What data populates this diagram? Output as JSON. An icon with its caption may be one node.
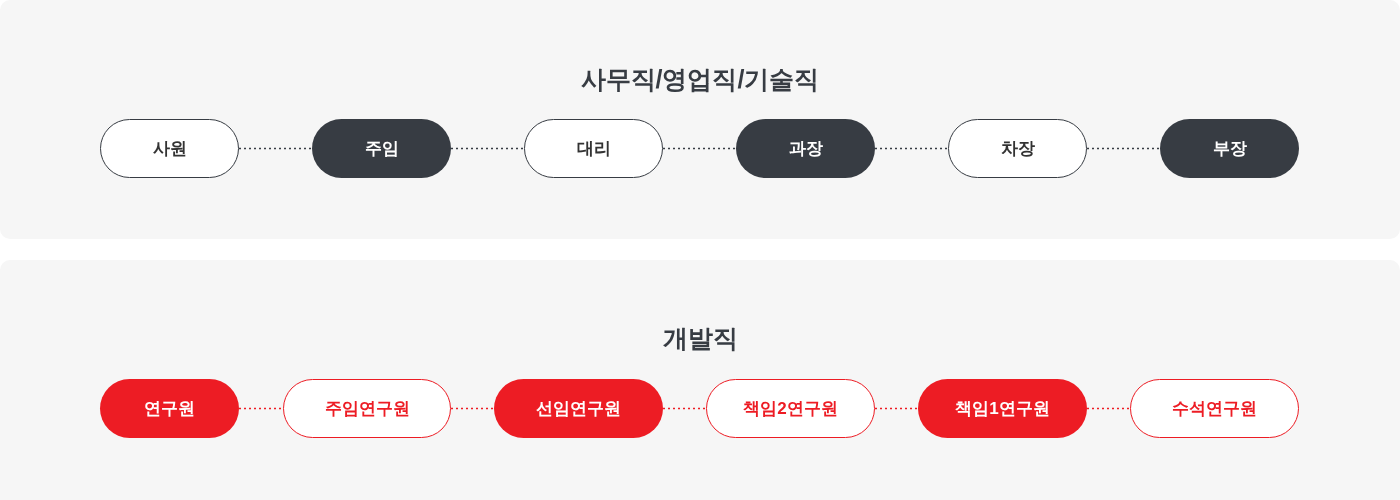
{
  "diagram": {
    "nodes": [
      {
        "text": [
          "사무직/영업직/기술직"
        ]
      },
      {
        "text": [
          "사원"
        ],
        "in": 0
      },
      {
        "text": [
          "주임"
        ],
        "in": 0
      },
      {
        "text": [
          "대리"
        ],
        "in": 0
      },
      {
        "text": [
          "과장"
        ],
        "in": 0
      },
      {
        "text": [
          "차장"
        ],
        "in": 0
      },
      {
        "text": [
          "부장"
        ],
        "in": 0
      },
      {
        "text": [
          "개발직"
        ]
      },
      {
        "text": [
          "연구원"
        ],
        "in": 7
      },
      {
        "text": [
          "주임연구원"
        ],
        "in": 7
      },
      {
        "text": [
          "선임연구원"
        ],
        "in": 7
      },
      {
        "text": [
          "책임2연구원"
        ],
        "in": 7
      },
      {
        "text": [
          "책임1연구원"
        ],
        "in": 7
      },
      {
        "text": [
          "수석연구원"
        ],
        "in": 7
      }
    ],
    "edges": [
      {
        "from": 1,
        "to": 2,
        "arrow": "none",
        "color": "#373c43"
      },
      {
        "from": 2,
        "to": 3,
        "arrow": "none",
        "color": "#373c43"
      },
      {
        "from": 3,
        "to": 4,
        "arrow": "none",
        "color": "#373c43"
      },
      {
        "from": 4,
        "to": 5,
        "arrow": "none",
        "color": "#373c43"
      },
      {
        "from": 5,
        "to": 6,
        "arrow": "none",
        "color": "#373c43"
      },
      {
        "from": 8,
        "to": 9,
        "arrow": "none",
        "color": "#ed1c24"
      },
      {
        "from": 9,
        "to": 10,
        "arrow": "none",
        "color": "#ed1c24"
      },
      {
        "from": 10,
        "to": 11,
        "arrow": "none",
        "color": "#ed1c24"
      },
      {
        "from": 11,
        "to": 12,
        "arrow": "none",
        "color": "#ed1c24"
      },
      {
        "from": 12,
        "to": 13,
        "arrow": "none",
        "color": "#ed1c24"
      }
    ]
  }
}
